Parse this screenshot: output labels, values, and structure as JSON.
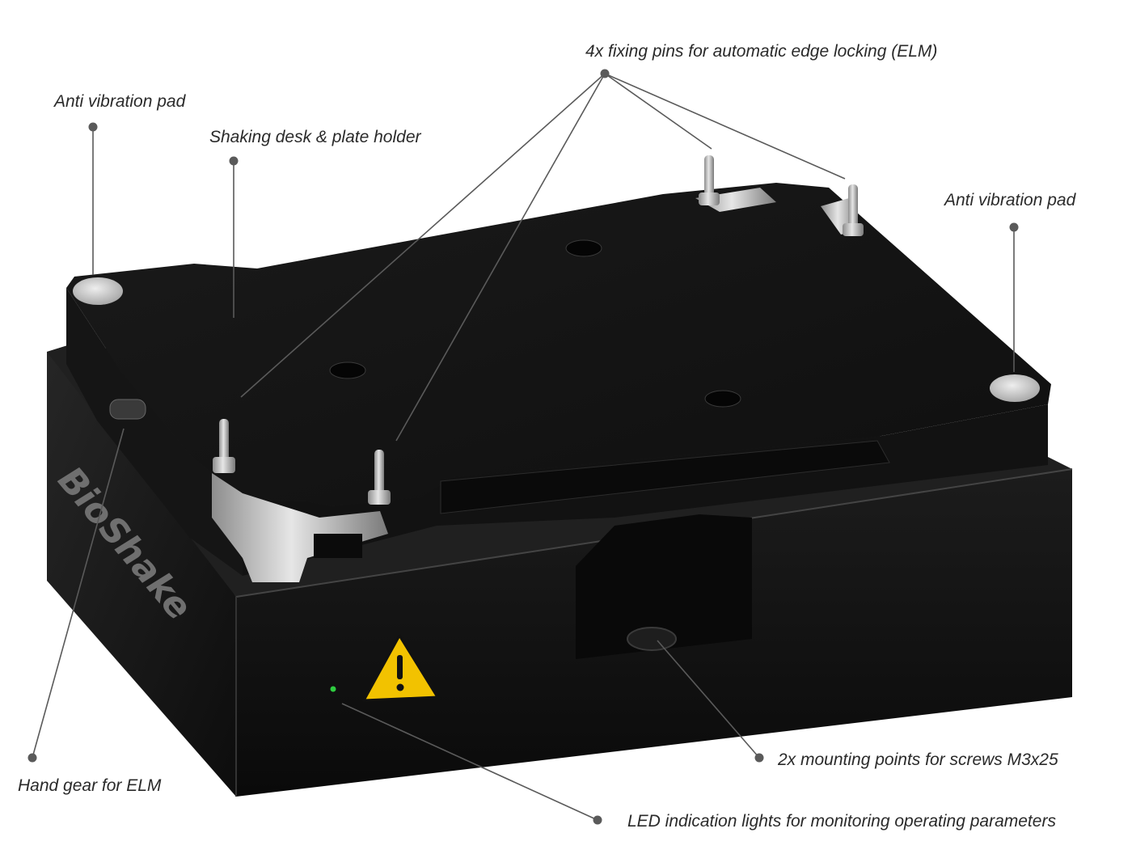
{
  "callouts": {
    "fixing_pins": "4x fixing pins for automatic edge locking (ELM)",
    "anti_vibration_pad_left": "Anti vibration pad",
    "shaking_desk": "Shaking desk & plate holder",
    "anti_vibration_pad_right": "Anti vibration pad",
    "mounting_points": "2x mounting points for screws M3x25",
    "hand_gear": "Hand gear for ELM",
    "led_lights": "LED indication lights for monitoring operating parameters"
  },
  "device": {
    "brand": "BioShake"
  },
  "colors": {
    "body": "#111111",
    "leader": "#5a5a5a",
    "warning": "#f2c200",
    "led": "#2ecc40"
  }
}
